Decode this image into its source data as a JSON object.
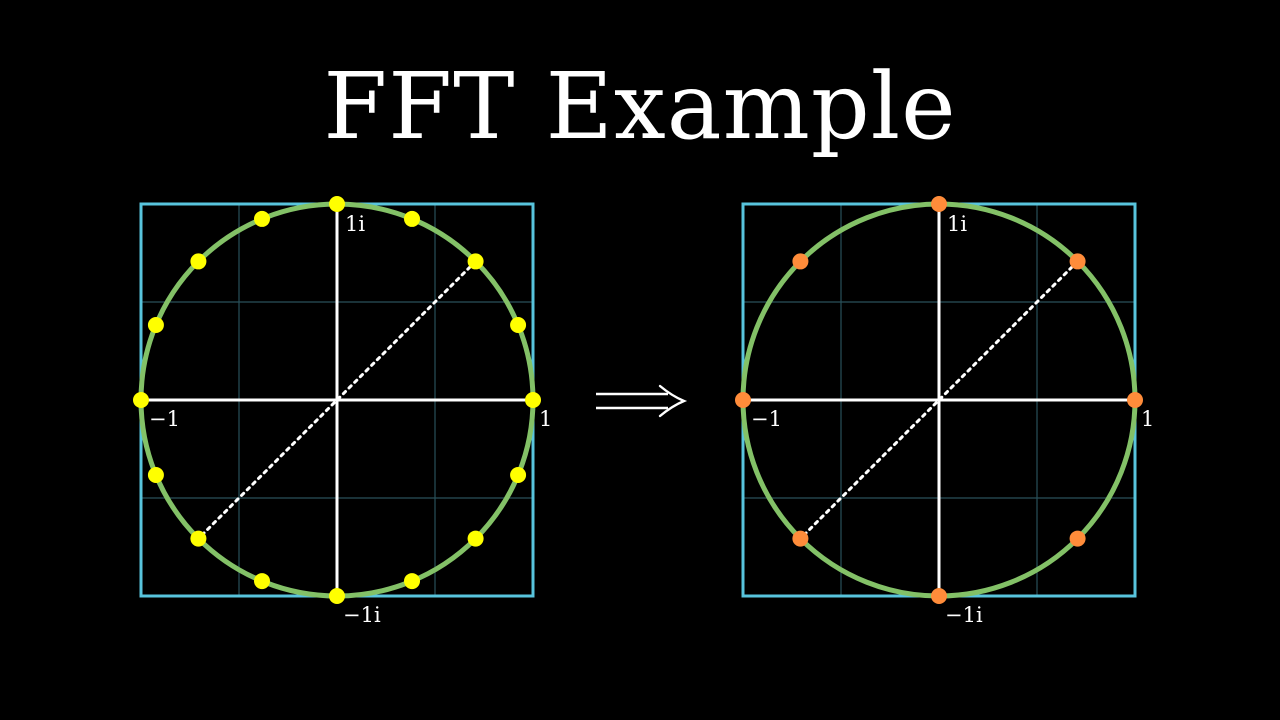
{
  "title": "FFT Example",
  "colors": {
    "background": "#000000",
    "frame_border": "#58c4dd",
    "grid": "#29505a",
    "axis": "#ffffff",
    "circle": "#83c167",
    "left_points": "#ffff00",
    "right_points": "#ff8c3a",
    "diagonal": "#ffffff"
  },
  "left_plot": {
    "labels": {
      "real_pos": "1",
      "real_neg": "−1",
      "imag_pos": "1i",
      "imag_neg": "−1i"
    },
    "point_count": 16
  },
  "arrow": {
    "symbol": "⟹",
    "icon": "implies-arrow-icon"
  },
  "right_plot": {
    "labels": {
      "real_pos": "1",
      "real_neg": "−1",
      "imag_pos": "1i",
      "imag_neg": "−1i"
    },
    "point_count": 8
  }
}
